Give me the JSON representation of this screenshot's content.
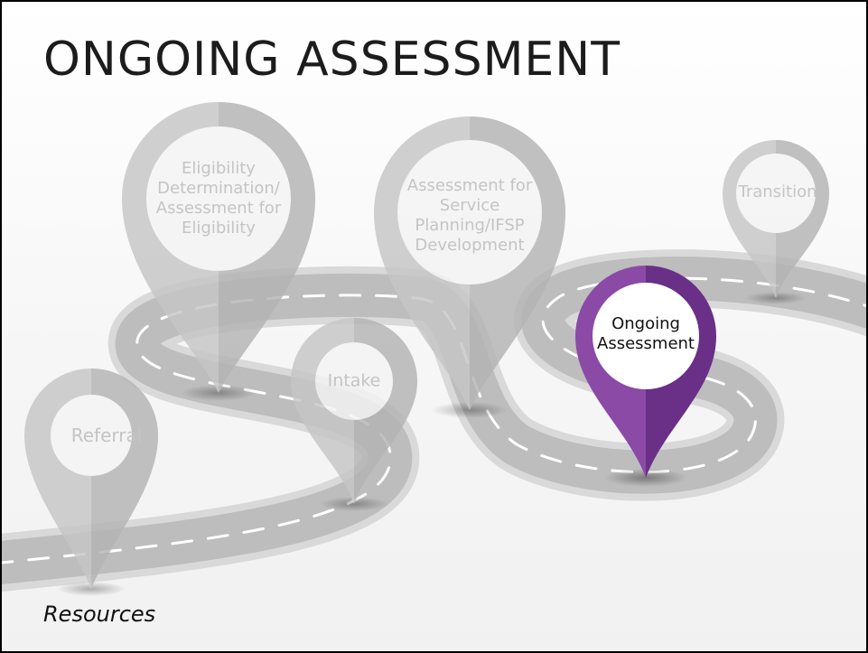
{
  "slide": {
    "title": "ONGOING ASSESSMENT",
    "resources_link": "Resources"
  },
  "roadmap": {
    "stages": [
      {
        "id": "referral",
        "label_lines": [
          "Referral"
        ],
        "active": false
      },
      {
        "id": "eligibility",
        "label_lines": [
          "Eligibility",
          "Determination/",
          "Assessment for",
          "Eligibility"
        ],
        "active": false
      },
      {
        "id": "intake",
        "label_lines": [
          "Intake"
        ],
        "active": false
      },
      {
        "id": "assessment-planning",
        "label_lines": [
          "Assessment for",
          "Service",
          "Planning/IFSP",
          "Development"
        ],
        "active": false
      },
      {
        "id": "ongoing-assessment",
        "label_lines": [
          "Ongoing",
          "Assessment"
        ],
        "active": true
      },
      {
        "id": "transition",
        "label_lines": [
          "Transition"
        ],
        "active": false
      }
    ]
  },
  "colors": {
    "title_text": "#1c1c1c",
    "inactive_pin": "#c6c6c6",
    "inactive_pin_shade": "#b4b4b4",
    "inactive_text": "#c4c4c4",
    "active_pin": "#7e3f98",
    "active_pin_shade": "#5f2b78",
    "active_text": "#111111",
    "road": "#bdbdbd",
    "road_edge": "#d8d8d8",
    "road_markings": "#ffffff"
  }
}
